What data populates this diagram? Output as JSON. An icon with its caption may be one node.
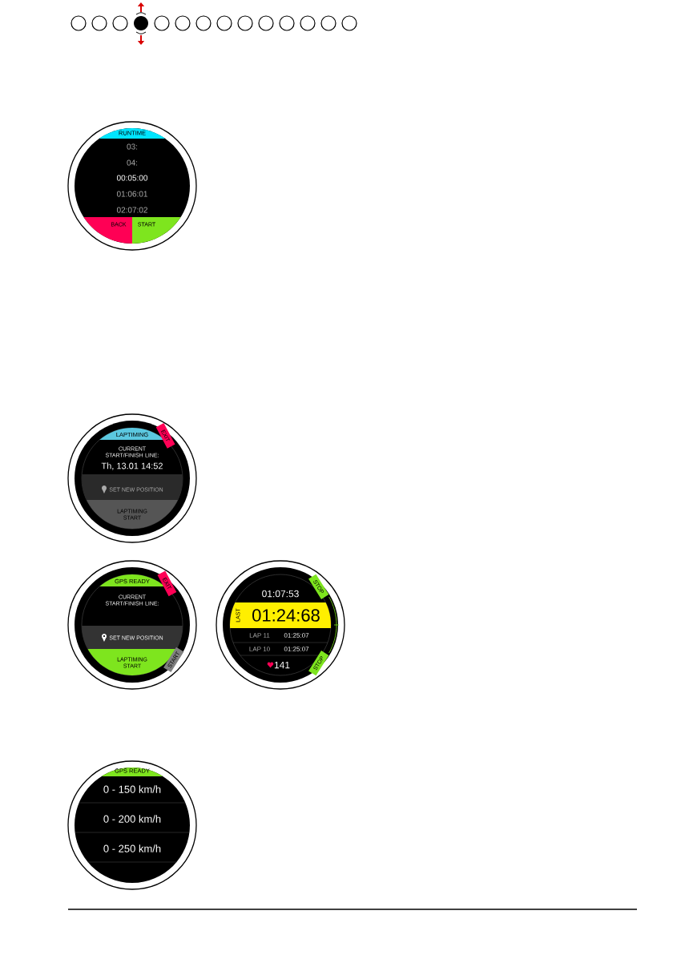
{
  "diagram": {
    "labels": [
      "RUNTIME",
      "03:",
      "04:",
      "00:05:00",
      "01:06:01",
      "02:07:02",
      "BACK",
      "START",
      "LAPTIMING",
      "EXIT",
      "CURRENT START/FINISH LINE:",
      "Th, 13.01 14:52",
      "SET NEW POSITION",
      "LAPTIMING START",
      "GPS READY",
      "EXIT",
      "CURRENT START/FINISH LINE:",
      "SET NEW POSITION",
      "LAPTIMING START",
      "START",
      "01:07:53",
      "STOP",
      "LAST",
      "01:24:68",
      "LAP 11",
      "01:25:07",
      "LAP 10",
      "01:25:07",
      "STOP",
      "141",
      "GPS READY",
      "0 - 150 km/h",
      "0 - 200 km/h",
      "0 - 250 km/h"
    ]
  }
}
